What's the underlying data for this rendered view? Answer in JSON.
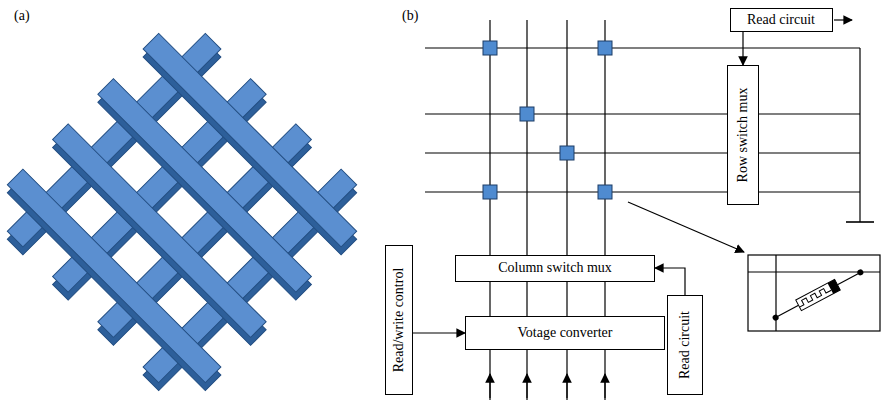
{
  "diagram": {
    "nodes": [
      {
        "text": [
          "Read circuit"
        ]
      },
      {
        "text": [
          "Row switch mux"
        ]
      },
      {
        "text": [
          "Column switch mux"
        ]
      },
      {
        "text": [
          "Read/write control"
        ]
      },
      {
        "text": [
          "Votage converter"
        ]
      },
      {
        "text": [
          "Read circuit"
        ]
      }
    ],
    "edges": [
      {
        "from": 0,
        "to": 1,
        "arrow": "to"
      },
      {
        "from": 5,
        "to": 2,
        "arrow": "to"
      },
      {
        "from": 3,
        "to": 4,
        "arrow": "to"
      }
    ],
    "labels": [
      "(a)",
      "(b)"
    ]
  }
}
